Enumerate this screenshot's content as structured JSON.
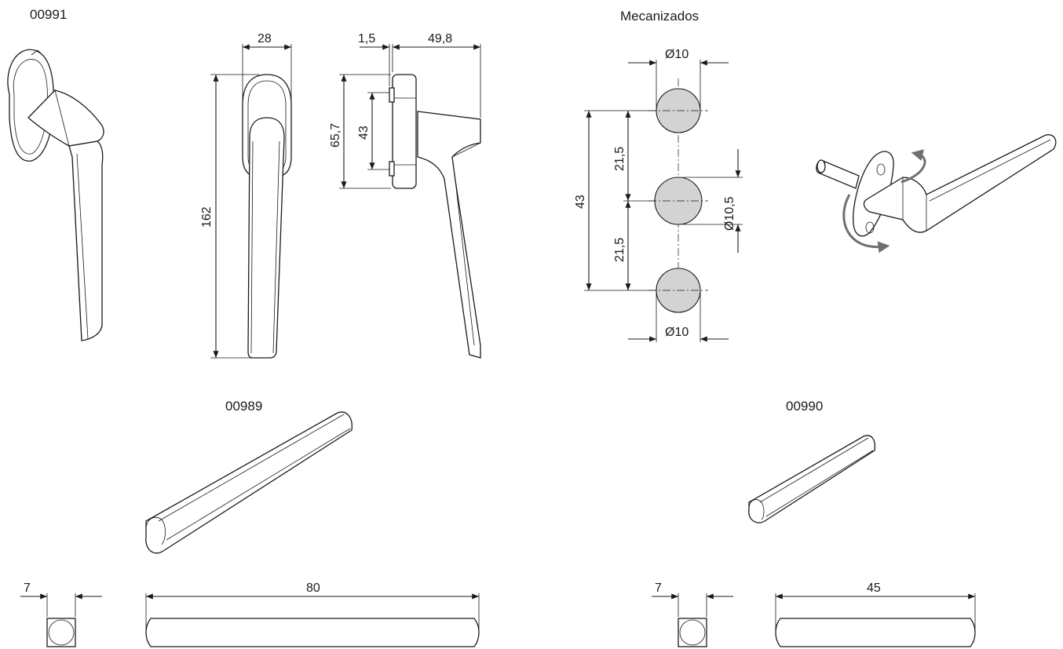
{
  "labels": {
    "handle_code": "00991",
    "machining_title": "Mecanizados",
    "spindle_long_code": "00989",
    "spindle_short_code": "00990"
  },
  "dimensions": {
    "handle_width": "28",
    "handle_height": "162",
    "rose_offset": "1,5",
    "handle_depth": "49,8",
    "rose_height": "65,7",
    "screw_spacing": "43",
    "hole_diameter_top": "Ø10",
    "hole_diameter_bottom": "Ø10",
    "hole_diameter_center": "Ø10,5",
    "hole_spacing_total": "43",
    "hole_spacing_upper": "21,5",
    "hole_spacing_lower": "21,5",
    "spindle_section_long": "7",
    "spindle_length_long": "80",
    "spindle_section_short": "7",
    "spindle_length_short": "45"
  }
}
